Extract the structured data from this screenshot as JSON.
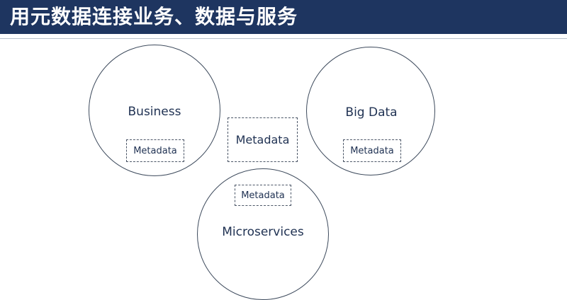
{
  "header": {
    "title": "用元数据连接业务、数据与服务"
  },
  "diagram": {
    "circles": [
      {
        "label": "Business",
        "metadata_label": "Metadata"
      },
      {
        "label": "Big Data",
        "metadata_label": "Metadata"
      },
      {
        "label": "Microservices",
        "metadata_label": "Metadata"
      }
    ],
    "center_box": {
      "label": "Metadata"
    }
  },
  "colors": {
    "title_bar": "#1e3560",
    "stroke": "#3d4a5c",
    "text": "#1f3152"
  }
}
